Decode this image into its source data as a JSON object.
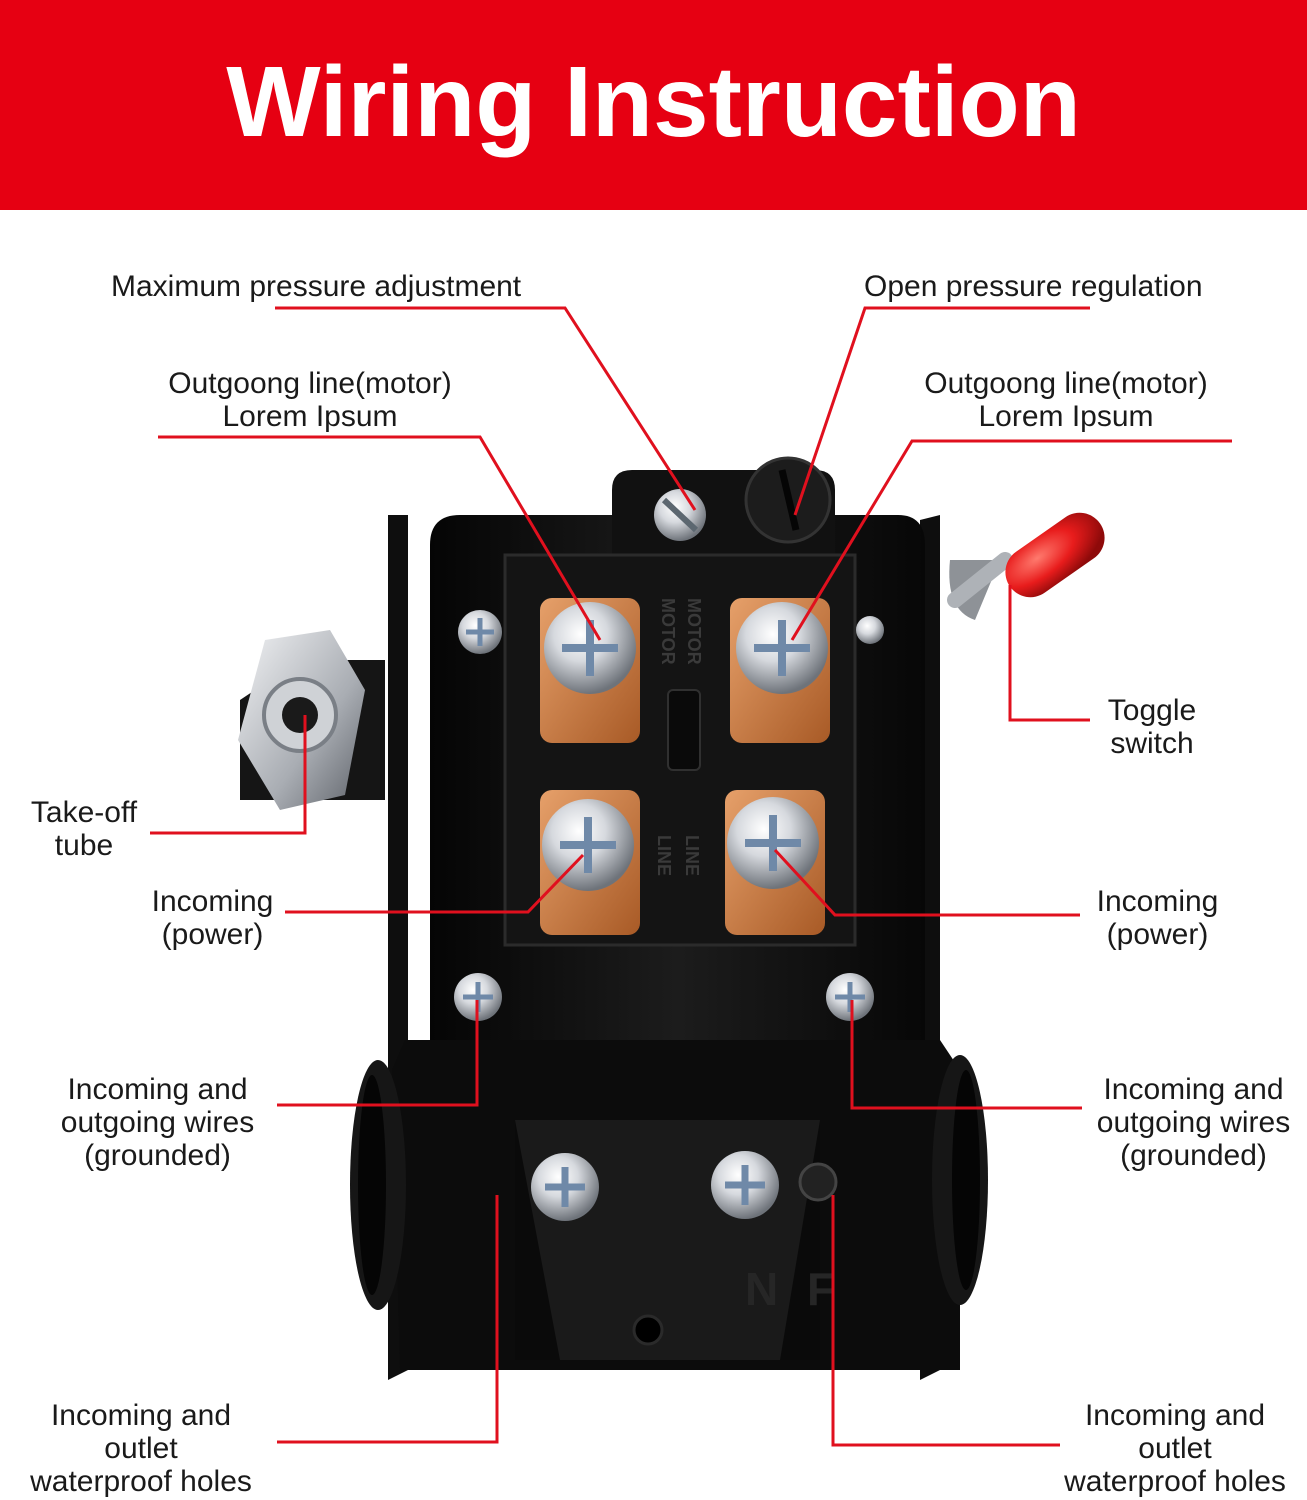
{
  "title": "Wiring Instruction",
  "colors": {
    "banner": "#e60012",
    "leader_line": "#e0101e",
    "switch_body": "#121212",
    "terminal_copper": "#c8773c",
    "toggle_cap": "#e81c1c"
  },
  "device_text": {
    "motor_top": "MOTOR",
    "motor_bottom": "MOTOR",
    "line_top": "LINE",
    "line_bottom": "LINE",
    "nf_marking": "N F"
  },
  "labels": {
    "max_pressure": "Maximum pressure adjustment",
    "open_pressure": "Open pressure regulation",
    "outgoing_left": {
      "line1": "Outgoong line(motor)",
      "line2": "Lorem Ipsum"
    },
    "outgoing_right": {
      "line1": "Outgoong line(motor)",
      "line2": "Lorem Ipsum"
    },
    "toggle": {
      "line1": "Toggle",
      "line2": "switch"
    },
    "takeoff": {
      "line1": "Take-off",
      "line2": "tube"
    },
    "incoming_power_left": {
      "line1": "Incoming",
      "line2": "(power)"
    },
    "incoming_power_right": {
      "line1": "Incoming",
      "line2": "(power)"
    },
    "grounded_left": {
      "line1": "Incoming and",
      "line2": "outgoing wires",
      "line3": "(grounded)"
    },
    "grounded_right": {
      "line1": "Incoming and",
      "line2": "outgoing wires",
      "line3": "(grounded)"
    },
    "waterproof_left": {
      "line1": "Incoming and",
      "line2": "outlet",
      "line3": "waterproof holes"
    },
    "waterproof_right": {
      "line1": "Incoming and",
      "line2": "outlet",
      "line3": "waterproof holes"
    }
  }
}
